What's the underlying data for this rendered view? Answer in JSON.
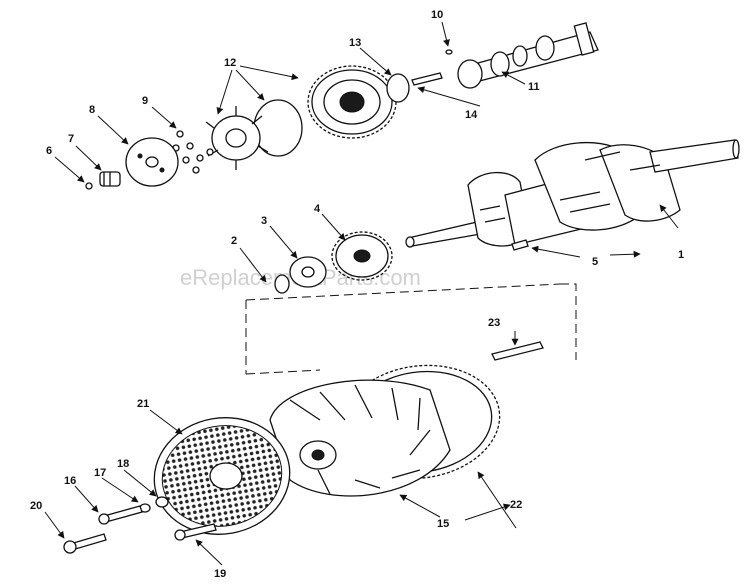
{
  "watermark": "eReplacementParts.com",
  "callouts": [
    "1",
    "2",
    "3",
    "4",
    "5",
    "6",
    "7",
    "8",
    "9",
    "10",
    "11",
    "12",
    "13",
    "14",
    "15",
    "16",
    "17",
    "18",
    "19",
    "20",
    "21",
    "22",
    "23"
  ],
  "colors": {
    "ink": "#111111",
    "paper": "#ffffff",
    "watermark": "#c8c8c8"
  }
}
